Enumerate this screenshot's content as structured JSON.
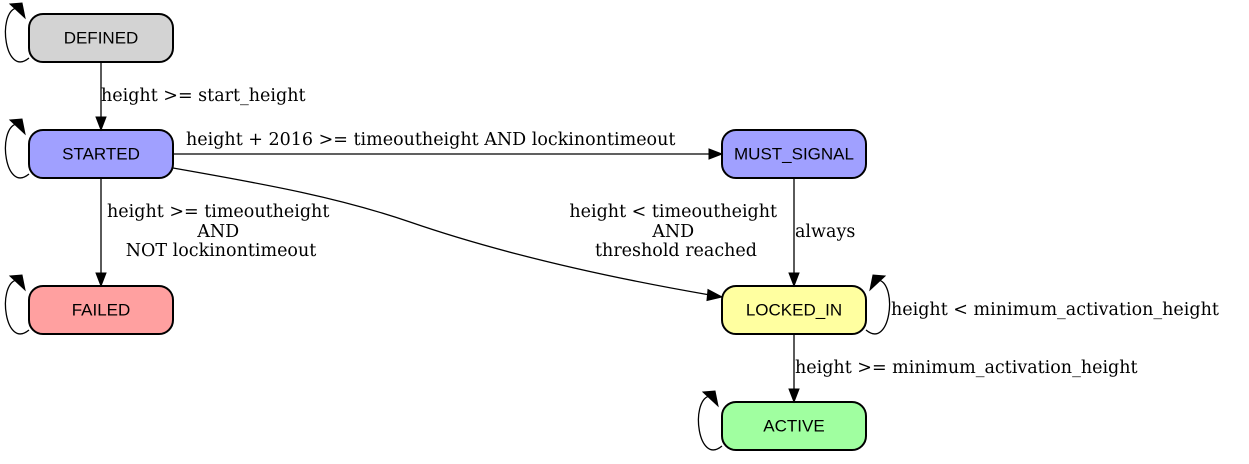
{
  "nodes": {
    "defined": {
      "label": "DEFINED",
      "color": "#d3d3d3"
    },
    "started": {
      "label": "STARTED",
      "color": "#a0a0ff"
    },
    "must_signal": {
      "label": "MUST_SIGNAL",
      "color": "#a0a0ff"
    },
    "failed": {
      "label": "FAILED",
      "color": "#ffa0a0"
    },
    "locked_in": {
      "label": "LOCKED_IN",
      "color": "#ffffa0"
    },
    "active": {
      "label": "ACTIVE",
      "color": "#a0ffa0"
    }
  },
  "edges": {
    "defined_to_started": "height >= start_height",
    "started_to_must_signal": "height + 2016 >= timeoutheight AND lockinontimeout",
    "started_to_failed": [
      "height >= timeoutheight",
      "AND",
      "NOT lockinontimeout"
    ],
    "started_to_locked_in": [
      "height < timeoutheight",
      "AND",
      "threshold reached"
    ],
    "must_signal_to_locked_in": "always",
    "locked_in_self": "height < minimum_activation_height",
    "locked_in_to_active": "height >= minimum_activation_height"
  }
}
